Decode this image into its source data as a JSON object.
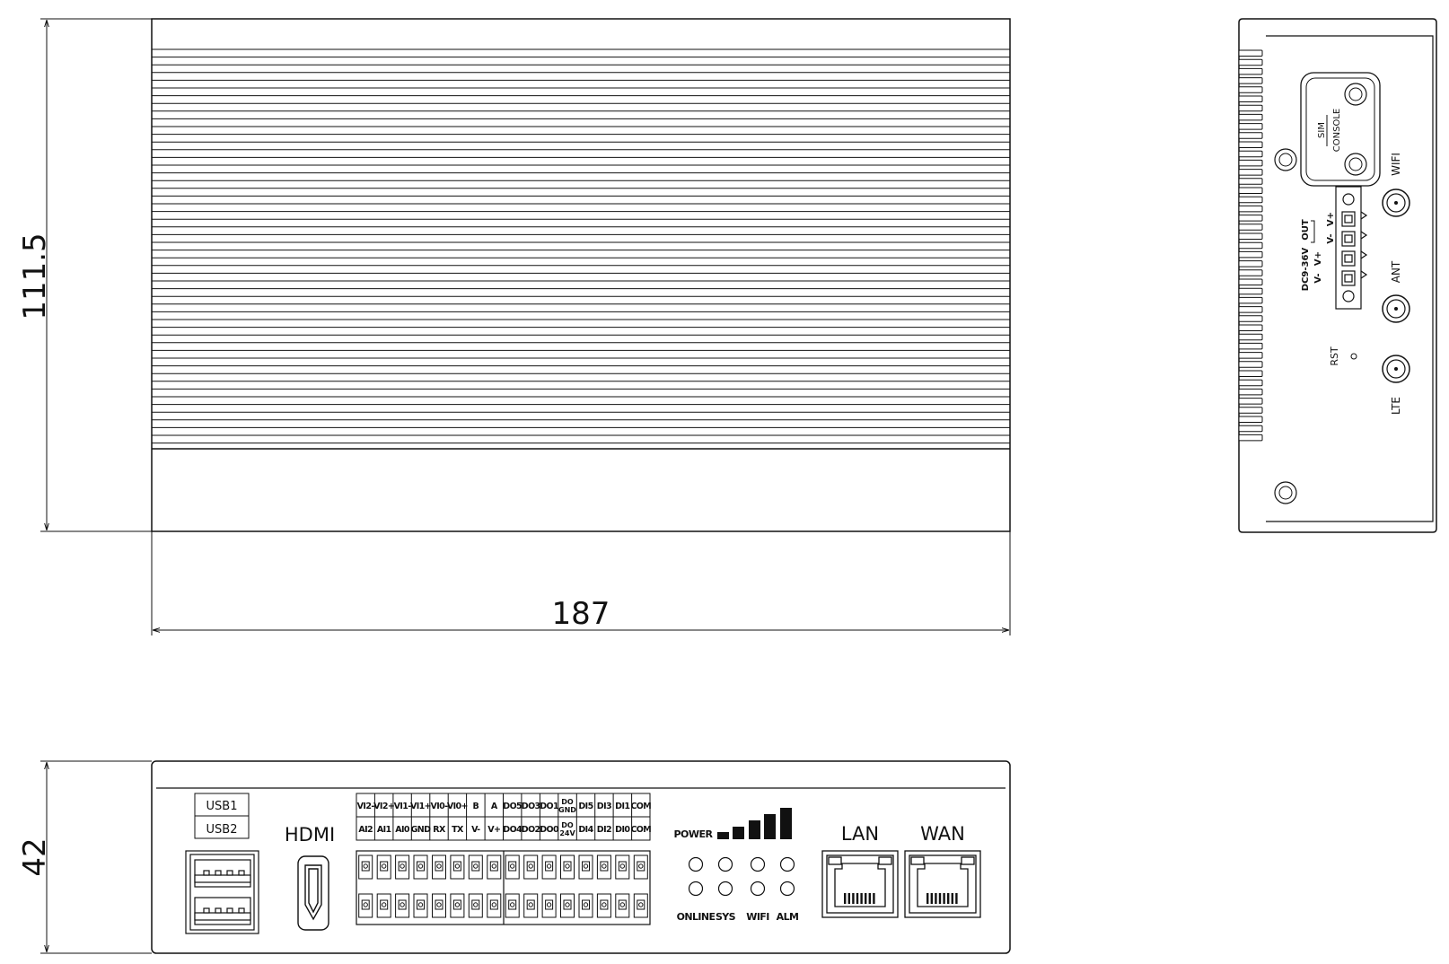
{
  "dimensions": {
    "top_width": "187",
    "top_height": "111.5",
    "front_height": "42"
  },
  "side_panel": {
    "sim": "SIM",
    "console": "CONSOLE",
    "wifi": "WIFI",
    "ant": "ANT",
    "lte": "LTE",
    "rst": "RST",
    "dc_range": "DC9-36V",
    "out": "OUT",
    "pins_out": [
      "V-",
      "V+"
    ],
    "pins_in": [
      "V-",
      "V+"
    ]
  },
  "front_panel": {
    "usb1": "USB1",
    "usb2": "USB2",
    "hdmi": "HDMI",
    "lan": "LAN",
    "wan": "WAN",
    "power": "POWER",
    "leds": [
      "ONLINE",
      "SYS",
      "WIFI",
      "ALM"
    ],
    "terminal_top_row": [
      "VI2-",
      "VI2+",
      "VI1-",
      "VI1+",
      "VI0-",
      "VI0+",
      "B",
      "A",
      "DO5",
      "DO3",
      "DO1",
      "DO GND",
      "DI5",
      "DI3",
      "DI1",
      "COM"
    ],
    "terminal_bottom_row": [
      "AI2",
      "AI1",
      "AI0",
      "GND",
      "RX",
      "TX",
      "V-",
      "V+",
      "DO4",
      "DO2",
      "DO0",
      "DO 24V",
      "DI4",
      "DI2",
      "DI0",
      "COM"
    ]
  }
}
